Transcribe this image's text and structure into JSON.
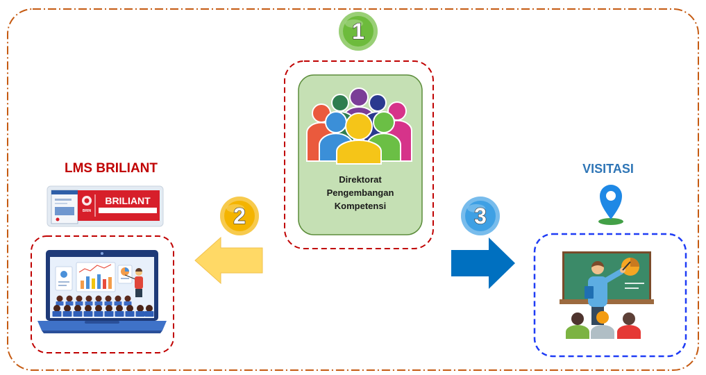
{
  "diagram": {
    "steps": [
      {
        "number": "1",
        "color": "#6dbb3c"
      },
      {
        "number": "2",
        "color": "#f4b400"
      },
      {
        "number": "3",
        "color": "#3ea0e4"
      }
    ],
    "center": {
      "icon": "people-group-icon",
      "lines": [
        "Direktorat",
        "Pengembangan",
        "Kompetensi"
      ],
      "card_color": "#c5e0b4"
    },
    "left": {
      "title": "LMS BRILIANT",
      "title_color": "#c00000",
      "banner": {
        "org": "BRIN",
        "name": "BRILIANT"
      },
      "icon": "laptop-classroom-icon",
      "arrow": "arrow-left-icon",
      "arrow_color": "#ffd966"
    },
    "right": {
      "title": "VISITASI",
      "title_color": "#2e75b6",
      "pin_icon": "location-pin-icon",
      "icon": "teacher-classroom-icon",
      "arrow": "arrow-right-icon",
      "arrow_color": "#0070c0"
    },
    "colors": {
      "outer_border": "#c55a11",
      "left_box": "#c00000",
      "center_box": "#c00000",
      "right_box": "#1f3cf5"
    }
  }
}
